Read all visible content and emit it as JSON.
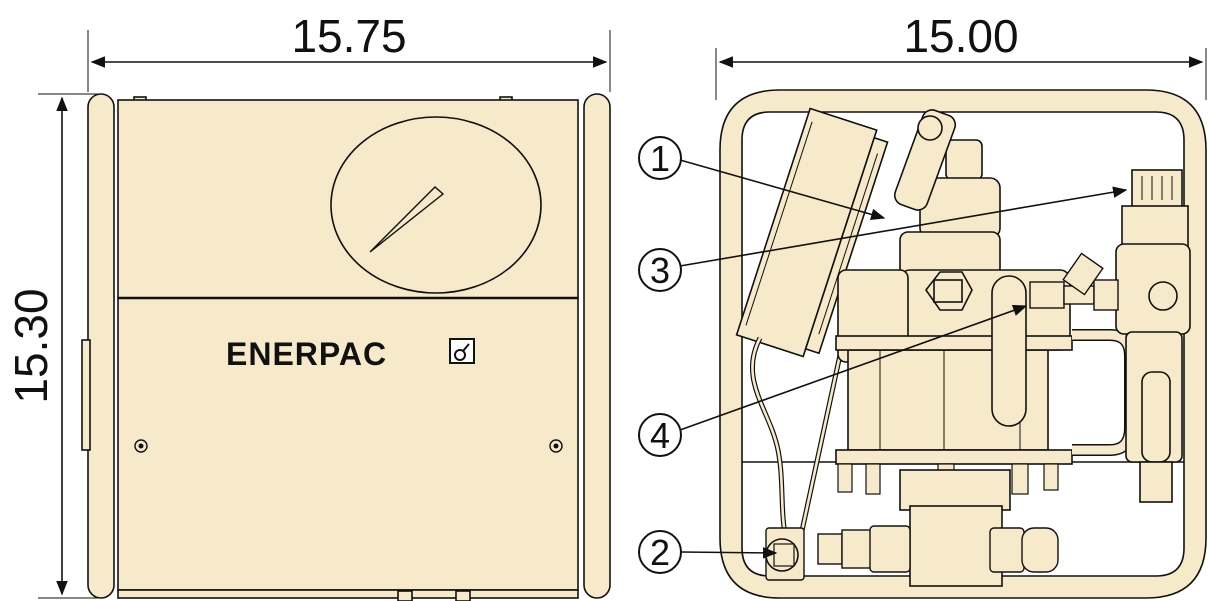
{
  "dimensions": {
    "front_width": "15.75",
    "front_height": "15.30",
    "side_width": "15.00"
  },
  "brand": {
    "logo_text": "ENERPAC"
  },
  "callouts": [
    {
      "number": "1"
    },
    {
      "number": "2"
    },
    {
      "number": "3"
    },
    {
      "number": "4"
    }
  ],
  "colors": {
    "body": "#F7EACB",
    "line": "#111111",
    "background": "#FFFFFF"
  }
}
